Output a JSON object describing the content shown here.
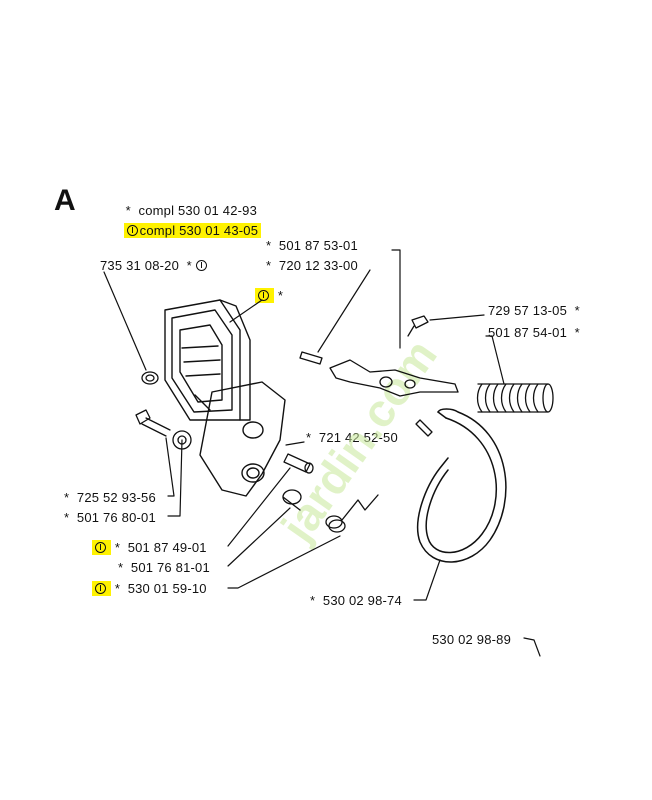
{
  "section": "A",
  "watermark": "jardin.com",
  "header_lines": [
    {
      "prefix": "*",
      "text": "compl 530 01 42-93",
      "highlight": false,
      "icon": false
    },
    {
      "prefix": "",
      "text": "compl 530 01 43-05",
      "highlight": true,
      "icon": true
    }
  ],
  "parts": [
    {
      "id": "p1",
      "label": "735 31 08-20  *",
      "icon_after": true,
      "highlight": false
    },
    {
      "id": "p2",
      "label": "*",
      "icon_before": true,
      "highlight": true
    },
    {
      "id": "p3",
      "label": "*  501 87 53-01",
      "highlight": false
    },
    {
      "id": "p4",
      "label": "*  720 12 33-00",
      "highlight": false
    },
    {
      "id": "p5",
      "label": "729 57 13-05  *",
      "highlight": false
    },
    {
      "id": "p6",
      "label": "501 87 54-01  *",
      "highlight": false
    },
    {
      "id": "p7",
      "label": "*  721 42 52-50",
      "highlight": false
    },
    {
      "id": "p8",
      "label": "*  725 52 93-56",
      "highlight": false
    },
    {
      "id": "p9",
      "label": "*  501 76 80-01",
      "highlight": false
    },
    {
      "id": "p10",
      "label": "*  501 87 49-01",
      "highlight": true
    },
    {
      "id": "p11",
      "label": "*  501 76 81-01",
      "highlight": false
    },
    {
      "id": "p12",
      "label": "*  530 01 59-10",
      "highlight": true
    },
    {
      "id": "p13",
      "label": "*  530 02 98-74",
      "highlight": false
    },
    {
      "id": "p14",
      "label": "530 02 98-89",
      "highlight": false
    }
  ],
  "colors": {
    "highlight": "#fff200",
    "line": "#111111",
    "watermark": "#c8e89a"
  },
  "icons": {
    "service_mark": "circle-with-bar-icon"
  }
}
